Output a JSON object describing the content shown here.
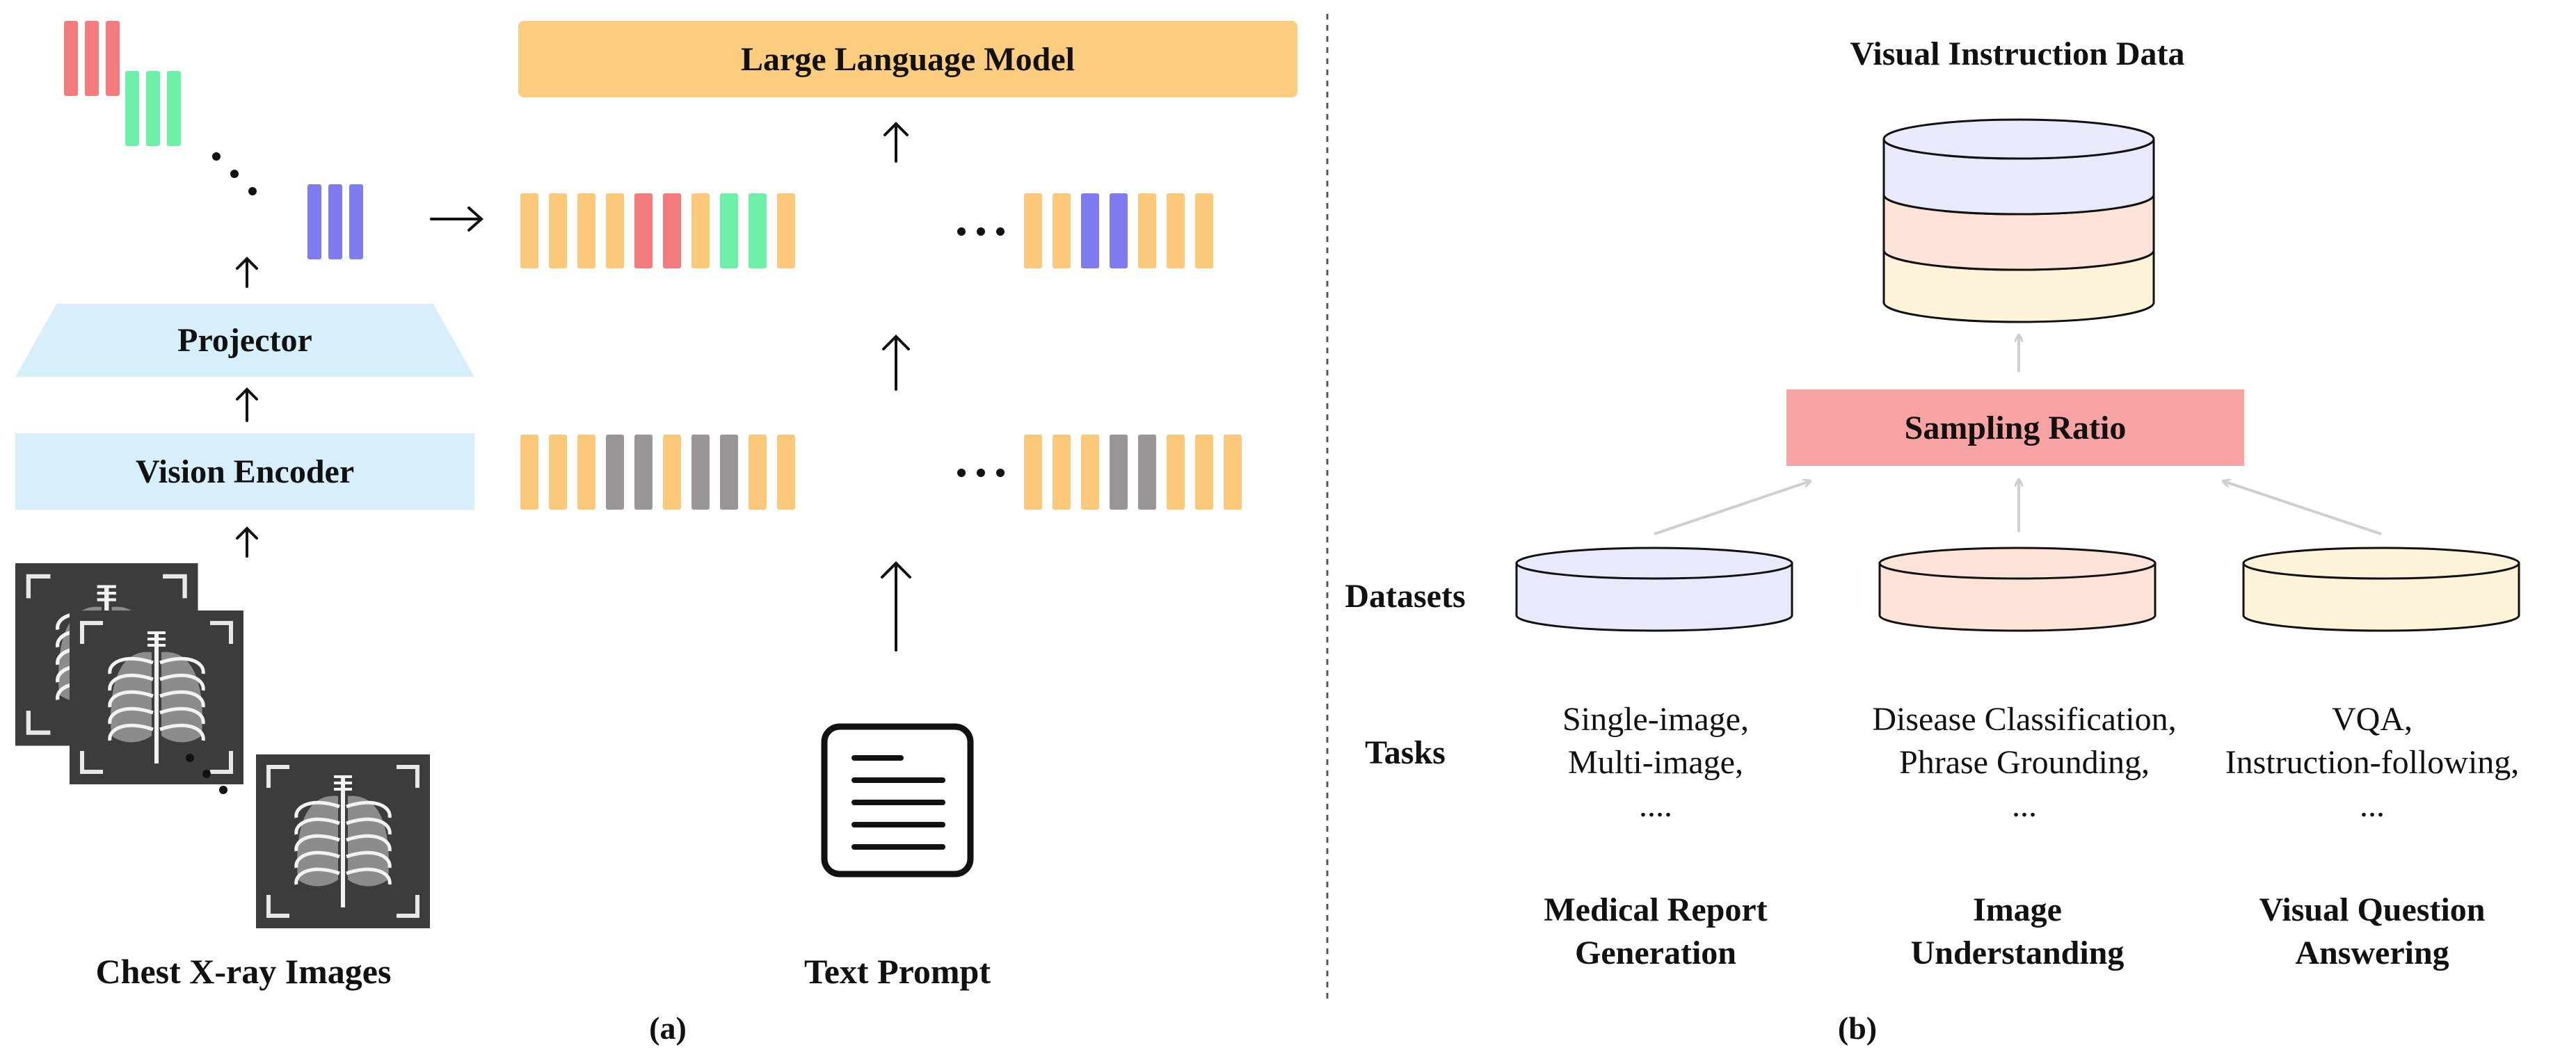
{
  "panel_a": {
    "llm_label": "Large Language Model",
    "projector_label": "Projector",
    "encoder_label": "Vision Encoder",
    "images_label": "Chest X-ray Images",
    "prompt_label": "Text Prompt",
    "caption": "(a)"
  },
  "panel_b": {
    "title": "Visual Instruction Data",
    "sampling_label": "Sampling Ratio",
    "datasets_label": "Datasets",
    "tasks_label": "Tasks",
    "caption": "(b)",
    "columns": [
      {
        "tasks": [
          "Single-image,",
          "Multi-image,",
          "...."
        ],
        "category": [
          "Medical Report",
          "Generation"
        ]
      },
      {
        "tasks": [
          "Disease Classification,",
          "Phrase Grounding,",
          "..."
        ],
        "category": [
          "Image",
          "Understanding"
        ]
      },
      {
        "tasks": [
          "VQA,",
          "Instruction-following,",
          "..."
        ],
        "category": [
          "Visual Question",
          "Answering"
        ]
      }
    ]
  },
  "colors": {
    "token_orange": "#FCC87A",
    "token_red": "#F47B7B",
    "token_green": "#6EF0A8",
    "token_blue": "#7E7CF0",
    "token_gray": "#9A9696",
    "llm_bg": "#FDCD7F",
    "encoder_bg": "#D7EFFB",
    "sampling_bg": "#F7A3A3",
    "db_blue": "#E9E9FC",
    "db_peach": "#FDE3D7",
    "db_cream": "#FDF3D9",
    "xray_bg": "#3C3C3C"
  }
}
